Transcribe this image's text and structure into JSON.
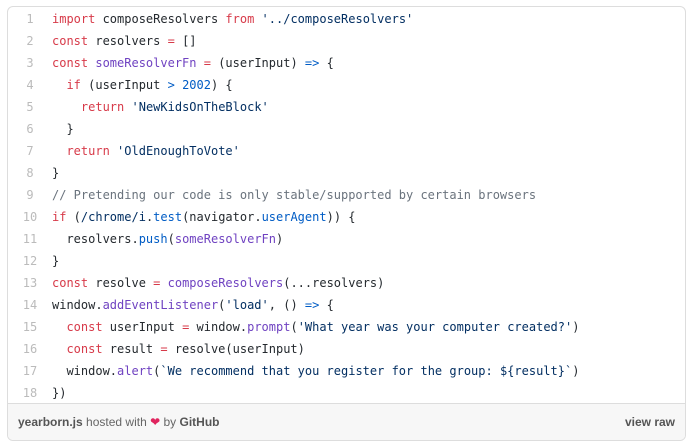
{
  "file": {
    "lines": [
      [
        [
          "k",
          "import"
        ],
        [
          "p",
          " composeResolvers "
        ],
        [
          "k",
          "from"
        ],
        [
          "p",
          " "
        ],
        [
          "s",
          "'../composeResolvers'"
        ]
      ],
      [
        [
          "k",
          "const"
        ],
        [
          "p",
          " resolvers "
        ],
        [
          "k",
          "="
        ],
        [
          "p",
          " []"
        ]
      ],
      [
        [
          "k",
          "const"
        ],
        [
          "p",
          " "
        ],
        [
          "f",
          "someResolverFn"
        ],
        [
          "p",
          " "
        ],
        [
          "k",
          "="
        ],
        [
          "p",
          " (userInput) "
        ],
        [
          "n",
          "=>"
        ],
        [
          "p",
          " {"
        ]
      ],
      [
        [
          "p",
          "  "
        ],
        [
          "k",
          "if"
        ],
        [
          "p",
          " (userInput "
        ],
        [
          "n",
          ">"
        ],
        [
          "p",
          " "
        ],
        [
          "n",
          "2002"
        ],
        [
          "p",
          ") {"
        ]
      ],
      [
        [
          "p",
          "    "
        ],
        [
          "k",
          "return"
        ],
        [
          "p",
          " "
        ],
        [
          "s",
          "'NewKidsOnTheBlock'"
        ]
      ],
      [
        [
          "p",
          "  }"
        ]
      ],
      [
        [
          "p",
          "  "
        ],
        [
          "k",
          "return"
        ],
        [
          "p",
          " "
        ],
        [
          "s",
          "'OldEnoughToVote'"
        ]
      ],
      [
        [
          "p",
          "}"
        ]
      ],
      [
        [
          "c",
          "// Pretending our code is only stable/supported by certain browsers"
        ]
      ],
      [
        [
          "k",
          "if"
        ],
        [
          "p",
          " ("
        ],
        [
          "s",
          "/chrome/i"
        ],
        [
          "p",
          "."
        ],
        [
          "n",
          "test"
        ],
        [
          "p",
          "(navigator."
        ],
        [
          "n",
          "userAgent"
        ],
        [
          "p",
          ")) {"
        ]
      ],
      [
        [
          "p",
          "  resolvers."
        ],
        [
          "n",
          "push"
        ],
        [
          "p",
          "("
        ],
        [
          "f",
          "someResolverFn"
        ],
        [
          "p",
          ")"
        ]
      ],
      [
        [
          "p",
          "}"
        ]
      ],
      [
        [
          "k",
          "const"
        ],
        [
          "p",
          " resolve "
        ],
        [
          "k",
          "="
        ],
        [
          "p",
          " "
        ],
        [
          "f",
          "composeResolvers"
        ],
        [
          "p",
          "(...resolvers)"
        ]
      ],
      [
        [
          "p",
          "window."
        ],
        [
          "f",
          "addEventListener"
        ],
        [
          "p",
          "("
        ],
        [
          "s",
          "'load'"
        ],
        [
          "p",
          ", () "
        ],
        [
          "n",
          "=>"
        ],
        [
          "p",
          " {"
        ]
      ],
      [
        [
          "p",
          "  "
        ],
        [
          "k",
          "const"
        ],
        [
          "p",
          " userInput "
        ],
        [
          "k",
          "="
        ],
        [
          "p",
          " window."
        ],
        [
          "f",
          "prompt"
        ],
        [
          "p",
          "("
        ],
        [
          "s",
          "'What year was your computer created?'"
        ],
        [
          "p",
          ")"
        ]
      ],
      [
        [
          "p",
          "  "
        ],
        [
          "k",
          "const"
        ],
        [
          "p",
          " result "
        ],
        [
          "k",
          "="
        ],
        [
          "p",
          " resolve(userInput)"
        ]
      ],
      [
        [
          "p",
          "  window."
        ],
        [
          "f",
          "alert"
        ],
        [
          "p",
          "("
        ],
        [
          "s",
          "`We recommend that you register for the group: ${result}`"
        ],
        [
          "p",
          ")"
        ]
      ],
      [
        [
          "p",
          "})"
        ]
      ]
    ]
  },
  "footer": {
    "filename": "yearborn.js",
    "hosted_with": " hosted with ",
    "heart": "❤",
    "by": " by ",
    "github": "GitHub",
    "view_raw": "view raw"
  }
}
